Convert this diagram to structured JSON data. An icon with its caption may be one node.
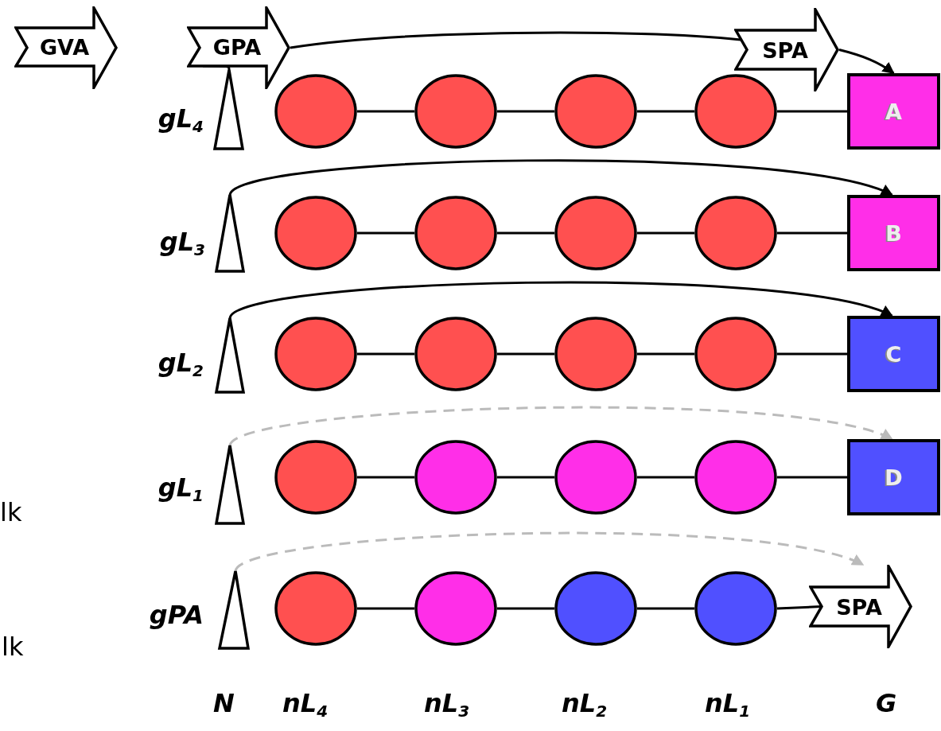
{
  "diagram": {
    "nodes": [
      {
        "text": [
          "GVA"
        ]
      },
      {
        "text": [
          "GPA"
        ]
      },
      {
        "text": [
          "SPA"
        ]
      },
      {
        "text": [],
        "shape": "triangle",
        "beside": [
          "gL$_{4}$"
        ]
      },
      {
        "text": [],
        "shape": "circle"
      },
      {
        "text": [],
        "shape": "circle"
      },
      {
        "text": [],
        "shape": "circle"
      },
      {
        "text": [],
        "shape": "circle"
      },
      {
        "text": [
          "A"
        ]
      },
      {
        "text": [],
        "shape": "triangle",
        "beside": [
          "gL$_{3}$"
        ]
      },
      {
        "text": [],
        "shape": "circle"
      },
      {
        "text": [],
        "shape": "circle"
      },
      {
        "text": [],
        "shape": "circle"
      },
      {
        "text": [],
        "shape": "circle"
      },
      {
        "text": [
          "B"
        ]
      },
      {
        "text": [],
        "shape": "triangle",
        "beside": [
          "gL$_{2}$"
        ]
      },
      {
        "text": [],
        "shape": "circle"
      },
      {
        "text": [],
        "shape": "circle"
      },
      {
        "text": [],
        "shape": "circle"
      },
      {
        "text": [],
        "shape": "circle"
      },
      {
        "text": [
          "C"
        ]
      },
      {
        "text": [],
        "shape": "triangle",
        "beside": [
          "gL$_{1}$"
        ]
      },
      {
        "text": [],
        "shape": "circle"
      },
      {
        "text": [],
        "shape": "circle"
      },
      {
        "text": [],
        "shape": "circle"
      },
      {
        "text": [],
        "shape": "circle"
      },
      {
        "text": [
          "D"
        ]
      },
      {
        "text": [],
        "shape": "triangle",
        "beside": [
          "gPA"
        ]
      },
      {
        "text": [],
        "shape": "circle"
      },
      {
        "text": [],
        "shape": "circle"
      },
      {
        "text": [],
        "shape": "circle"
      },
      {
        "text": [],
        "shape": "circle"
      },
      {
        "text": [
          "SPA"
        ]
      }
    ],
    "edges": [
      {
        "from": 4,
        "to": 5,
        "arrow": "none"
      },
      {
        "from": 5,
        "to": 6,
        "arrow": "none"
      },
      {
        "from": 6,
        "to": 7,
        "arrow": "none"
      },
      {
        "from": 7,
        "to": 8,
        "arrow": "none"
      },
      {
        "from": 10,
        "to": 11,
        "arrow": "none"
      },
      {
        "from": 11,
        "to": 12,
        "arrow": "none"
      },
      {
        "from": 12,
        "to": 13,
        "arrow": "none"
      },
      {
        "from": 13,
        "to": 14,
        "arrow": "none"
      },
      {
        "from": 16,
        "to": 17,
        "arrow": "none"
      },
      {
        "from": 17,
        "to": 18,
        "arrow": "none"
      },
      {
        "from": 18,
        "to": 19,
        "arrow": "none"
      },
      {
        "from": 19,
        "to": 20,
        "arrow": "none"
      },
      {
        "from": 22,
        "to": 23,
        "arrow": "none"
      },
      {
        "from": 23,
        "to": 24,
        "arrow": "none"
      },
      {
        "from": 24,
        "to": 25,
        "arrow": "none"
      },
      {
        "from": 25,
        "to": 26,
        "arrow": "none"
      },
      {
        "from": 28,
        "to": 29,
        "arrow": "none"
      },
      {
        "from": 29,
        "to": 30,
        "arrow": "none"
      },
      {
        "from": 30,
        "to": 31,
        "arrow": "none"
      },
      {
        "from": 31,
        "to": 32,
        "arrow": "none"
      },
      {
        "from": 3,
        "to": 1,
        "arrow": "none"
      },
      {
        "from": 1,
        "to": 2,
        "arrow": "none"
      },
      {
        "from": 2,
        "to": 8,
        "arrow": "to"
      },
      {
        "from": 9,
        "to": 14,
        "arrow": "to"
      },
      {
        "from": 15,
        "to": 20,
        "arrow": "to"
      },
      {
        "from": 21,
        "to": 26,
        "arrow": "to",
        "style": "dashed",
        "color": "#bbbbbb"
      },
      {
        "from": 27,
        "to": 32,
        "arrow": "to",
        "style": "dashed",
        "color": "#bbbbbb"
      }
    ],
    "labels": [
      "lk",
      "lk",
      "N",
      "nL$_{4}$",
      "nL$_{3}$",
      "nL$_{2}$",
      "nL$_{1}$",
      "G"
    ]
  }
}
